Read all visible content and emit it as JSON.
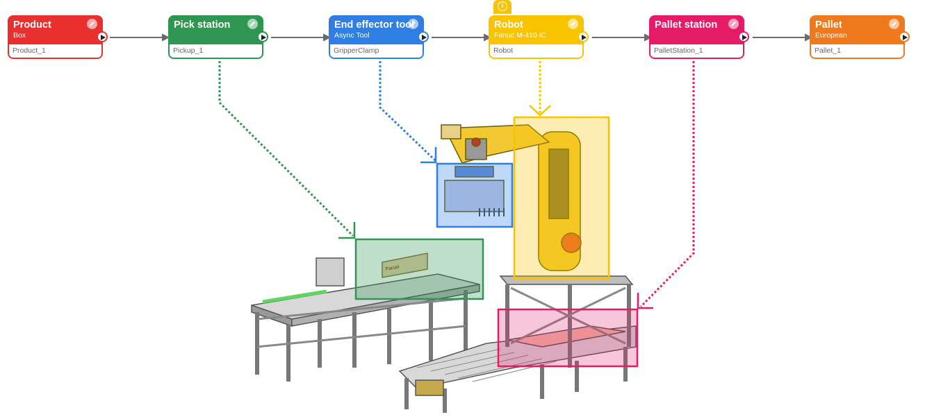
{
  "nodes": [
    {
      "id": "product",
      "title": "Product",
      "subtitle": "Box",
      "instance": "Product_1",
      "color": "#e8312f"
    },
    {
      "id": "pick-station",
      "title": "Pick station",
      "subtitle": "",
      "instance": "Pickup_1",
      "color": "#2e9650"
    },
    {
      "id": "end-effector-tool",
      "title": "End effector tool",
      "subtitle": "Async Tool",
      "instance": "GripperClamp",
      "color": "#2f7ee3"
    },
    {
      "id": "robot",
      "title": "Robot",
      "subtitle": "Fanuc M-410 iC",
      "instance": "Robot",
      "color": "#f9c300"
    },
    {
      "id": "pallet-station",
      "title": "Pallet station",
      "subtitle": "",
      "instance": "PalletStation_1",
      "color": "#e51b67"
    },
    {
      "id": "pallet",
      "title": "Pallet",
      "subtitle": "European",
      "instance": "Pallet_1",
      "color": "#ef7a1e"
    }
  ],
  "scene": {
    "box_label": "Parcel",
    "connector_color": "#6b6b6b",
    "highlight_colors": {
      "pick": "#2e9650",
      "tool": "#2f7ee3",
      "robot": "#f9c300",
      "pallet": "#e51b67"
    }
  },
  "icons": {
    "edit": "pencil-icon",
    "output": "play-icon",
    "info": "info-icon"
  }
}
